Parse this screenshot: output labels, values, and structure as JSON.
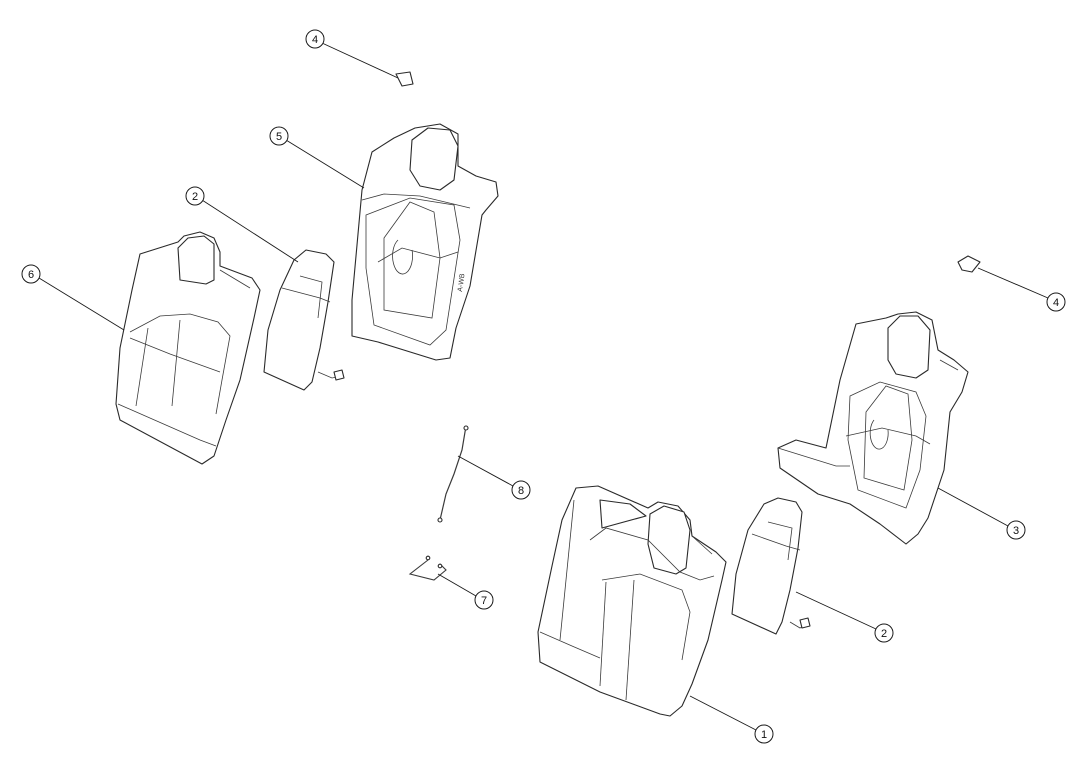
{
  "callouts": [
    {
      "id": "callout-4-top",
      "label": "4"
    },
    {
      "id": "callout-5",
      "label": "5"
    },
    {
      "id": "callout-2-left",
      "label": "2"
    },
    {
      "id": "callout-6",
      "label": "6"
    },
    {
      "id": "callout-4-right",
      "label": "4"
    },
    {
      "id": "callout-8",
      "label": "8"
    },
    {
      "id": "callout-3",
      "label": "3"
    },
    {
      "id": "callout-7",
      "label": "7"
    },
    {
      "id": "callout-2-right",
      "label": "2"
    },
    {
      "id": "callout-1",
      "label": "1"
    }
  ],
  "frame_stamp": "A-WB",
  "colors": {
    "line": "#2a2a2a",
    "background": "#ffffff"
  }
}
